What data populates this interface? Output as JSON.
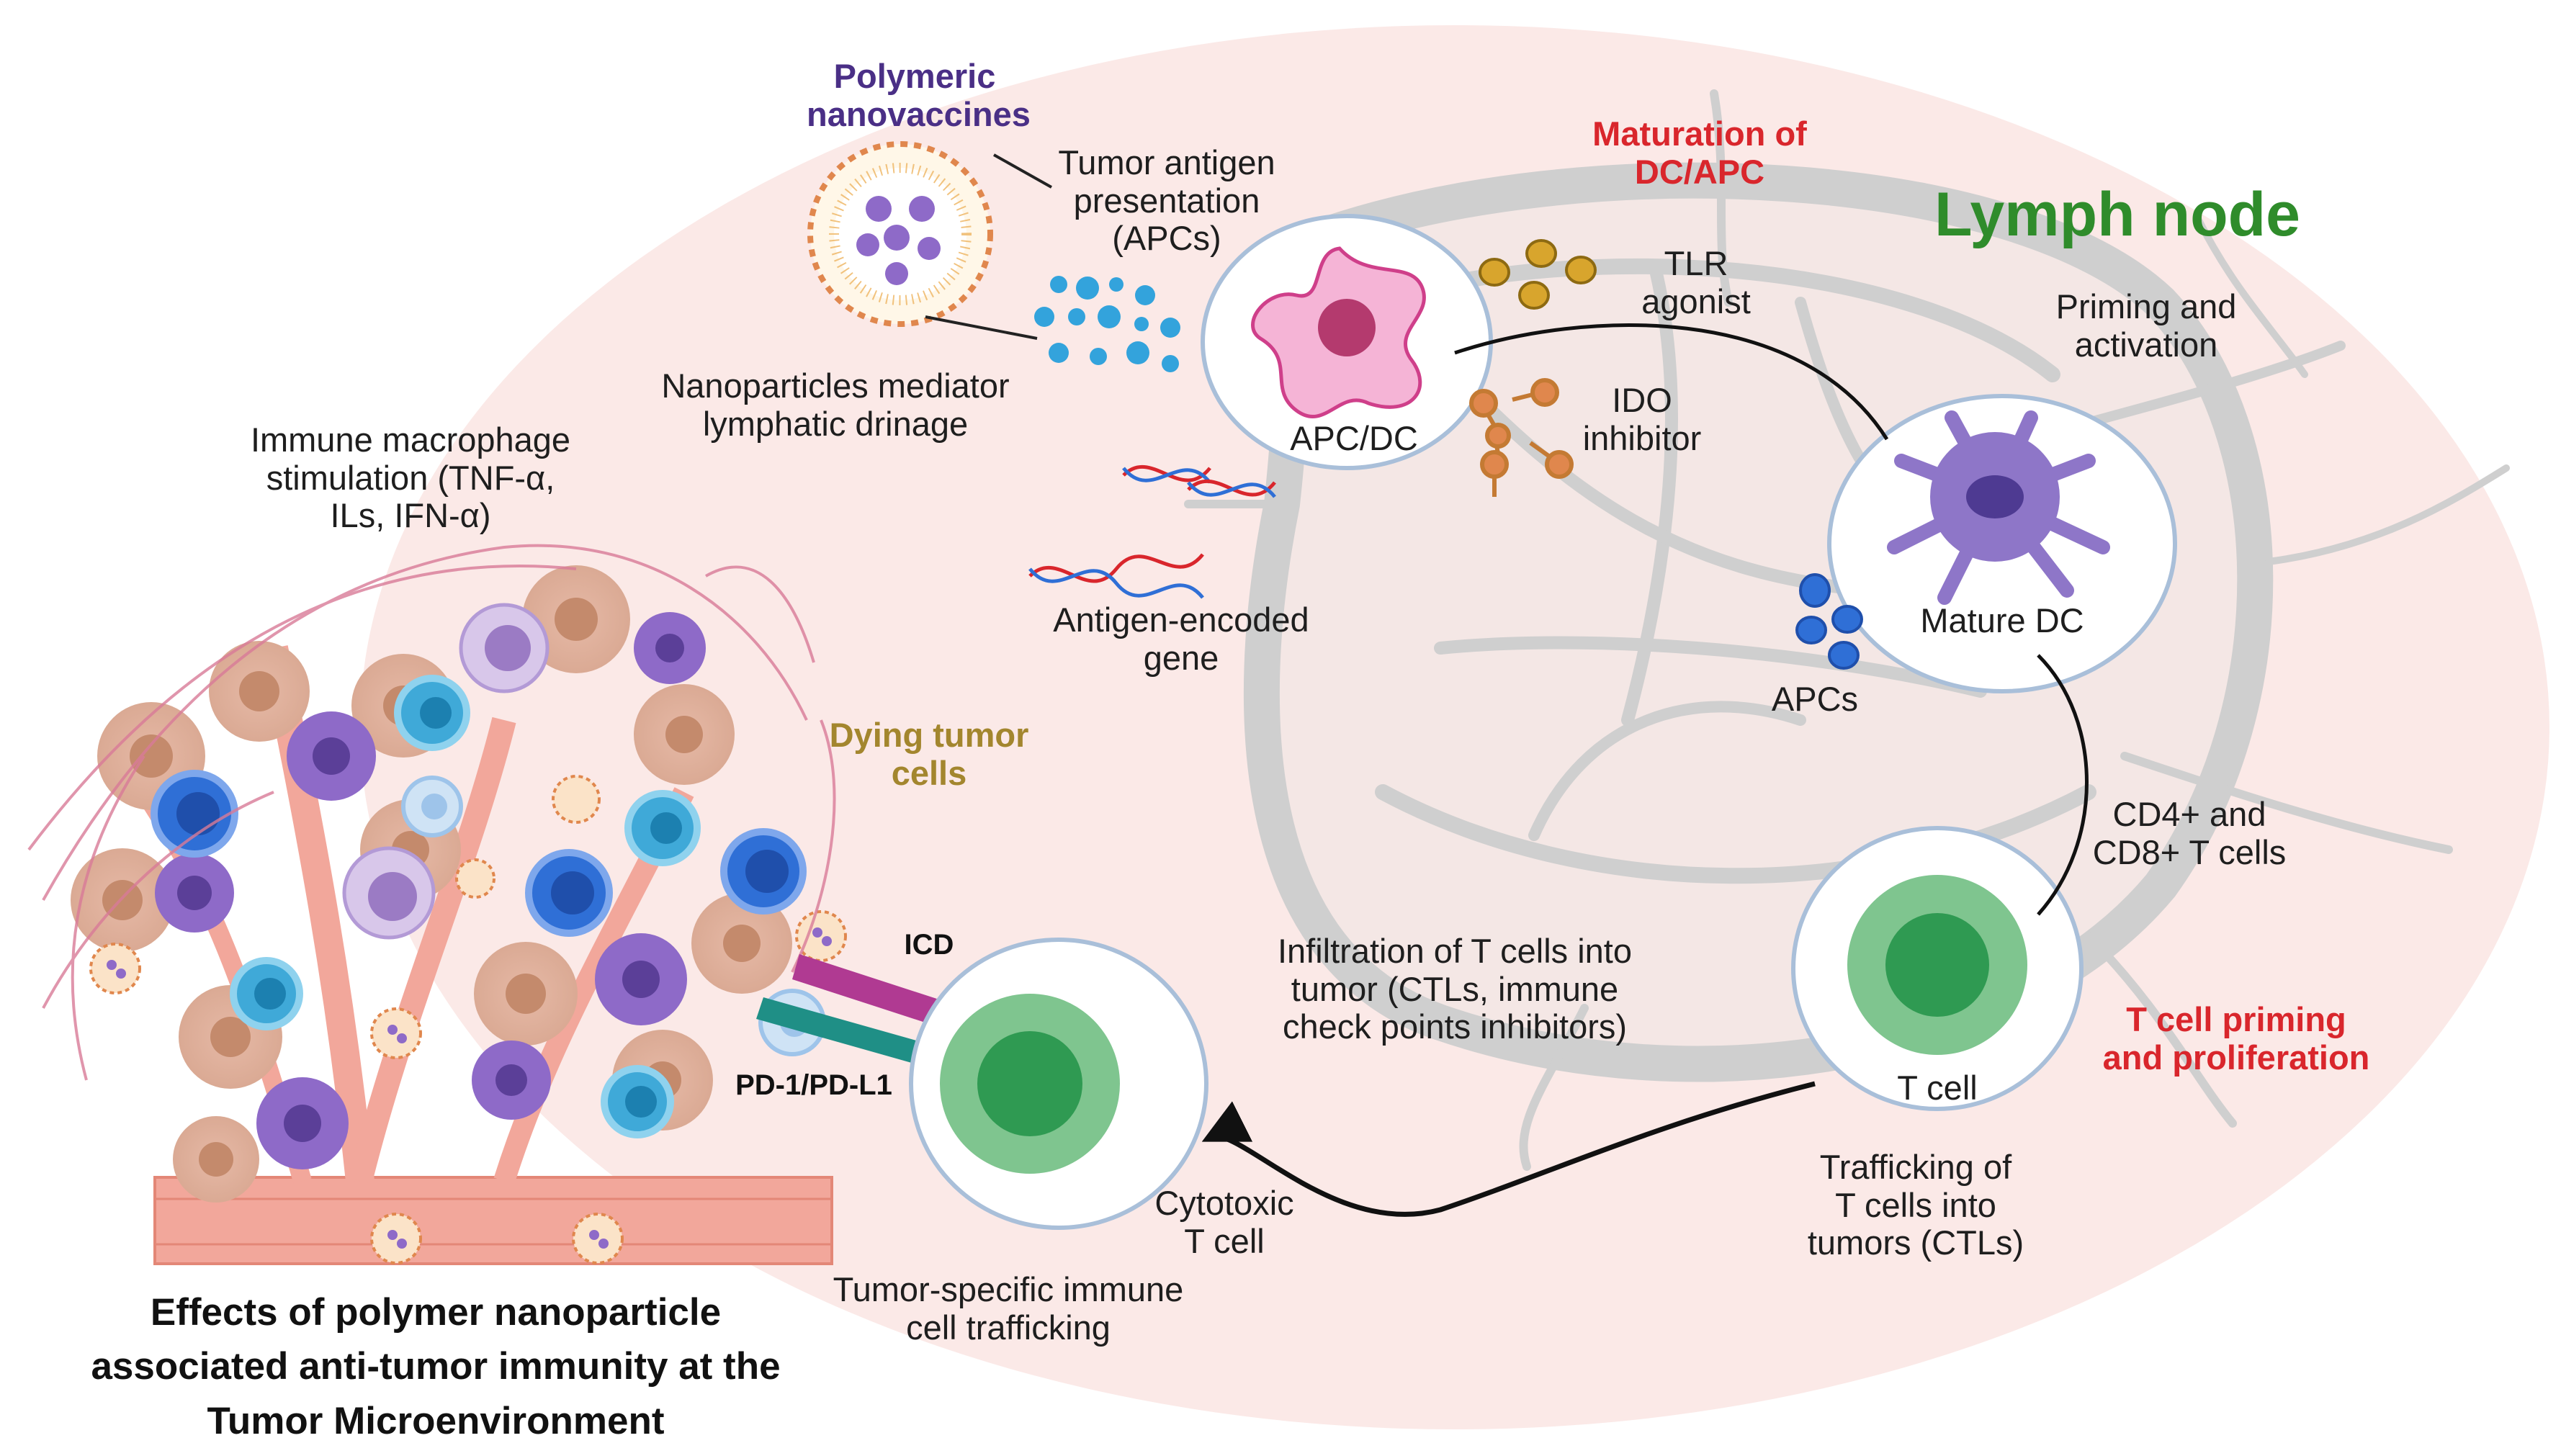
{
  "colors": {
    "lymph_bg": "#fbe9e7",
    "node_gray": "#c9c9c9",
    "apc_pink": "#f5b4d6",
    "mature_dc_purple": "#8e76c8",
    "tcell_green": "#7fc58f",
    "tcell_dark_green": "#2f9a52",
    "icd_magenta": "#b03a92",
    "pd1_teal": "#1f8f86",
    "nanovaccine_orange": "#e0874d",
    "antigen_blue": "#33a3dc"
  },
  "labels": {
    "polymeric_nanovaccines": [
      "Polymeric",
      "nanovaccines"
    ],
    "tumor_antigen": [
      "Tumor antigen",
      "presentation",
      "(APCs)"
    ],
    "maturation": [
      "Maturation of",
      "DC/APC"
    ],
    "lymph_node": "Lymph node",
    "tlr": [
      "TLR",
      "agonist"
    ],
    "priming": [
      "Priming and",
      "activation"
    ],
    "nanoparticles_mediator": [
      "Nanoparticles mediator",
      "lymphatic drinage"
    ],
    "apc_dc": "APC/DC",
    "ido": [
      "IDO",
      "inhibitor"
    ],
    "immune_macrophage": [
      "Immune macrophage",
      "stimulation (TNF-α,",
      "ILs, IFN-α)"
    ],
    "antigen_gene": [
      "Antigen-encoded",
      "gene"
    ],
    "mature_dc": "Mature DC",
    "apcs": "APCs",
    "dying_tumor": [
      "Dying tumor",
      "cells"
    ],
    "cd4_cd8": [
      "CD4+ and",
      "CD8+ T cells"
    ],
    "icd": "ICD",
    "infiltration": [
      "Infiltration of T cells into",
      "tumor (CTLs, immune",
      "check points inhibitors)"
    ],
    "t_cell_priming": [
      "T cell priming",
      "and proliferation"
    ],
    "pd1": "PD-1/PD-L1",
    "t_cell": "T cell",
    "trafficking": [
      "Trafficking of",
      "T cells into",
      "tumors (CTLs)"
    ],
    "cytotoxic": [
      "Cytotoxic",
      "T cell"
    ],
    "tumor_specific": [
      "Tumor-specific immune",
      "cell trafficking"
    ],
    "effects": [
      "Effects of polymer nanoparticle",
      "associated anti-tumor immunity at the",
      "Tumor Microenvironment"
    ]
  }
}
